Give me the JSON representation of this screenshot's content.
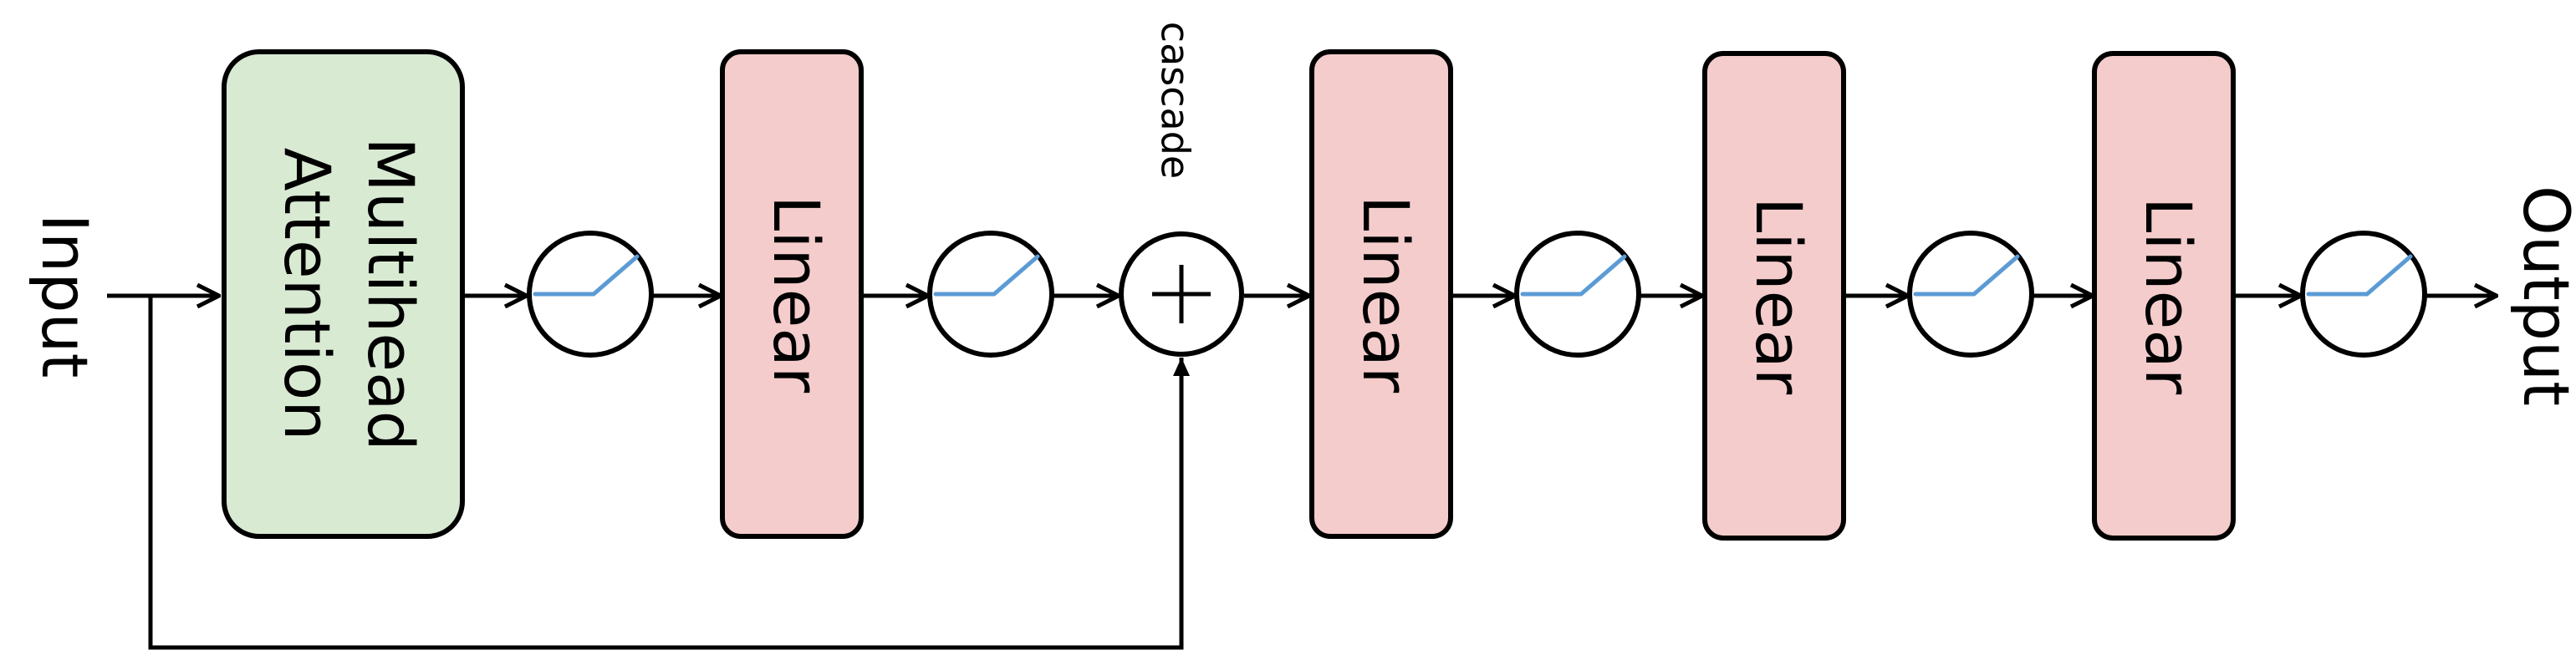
{
  "colors": {
    "attention_fill": "#d9ead3",
    "linear_fill": "#f4cccc",
    "activation_curve": "#5b9bd5",
    "stroke": "#000000"
  },
  "labels": {
    "input": "Input",
    "output": "Output",
    "cascade": "cascade",
    "attention_line1": "Multihead",
    "attention_line2": "Attention",
    "linear_1": "Linear",
    "linear_2": "Linear",
    "linear_3": "Linear",
    "linear_4": "Linear"
  },
  "icons": {
    "activation": "relu-activation-icon",
    "sum": "plus-icon"
  }
}
